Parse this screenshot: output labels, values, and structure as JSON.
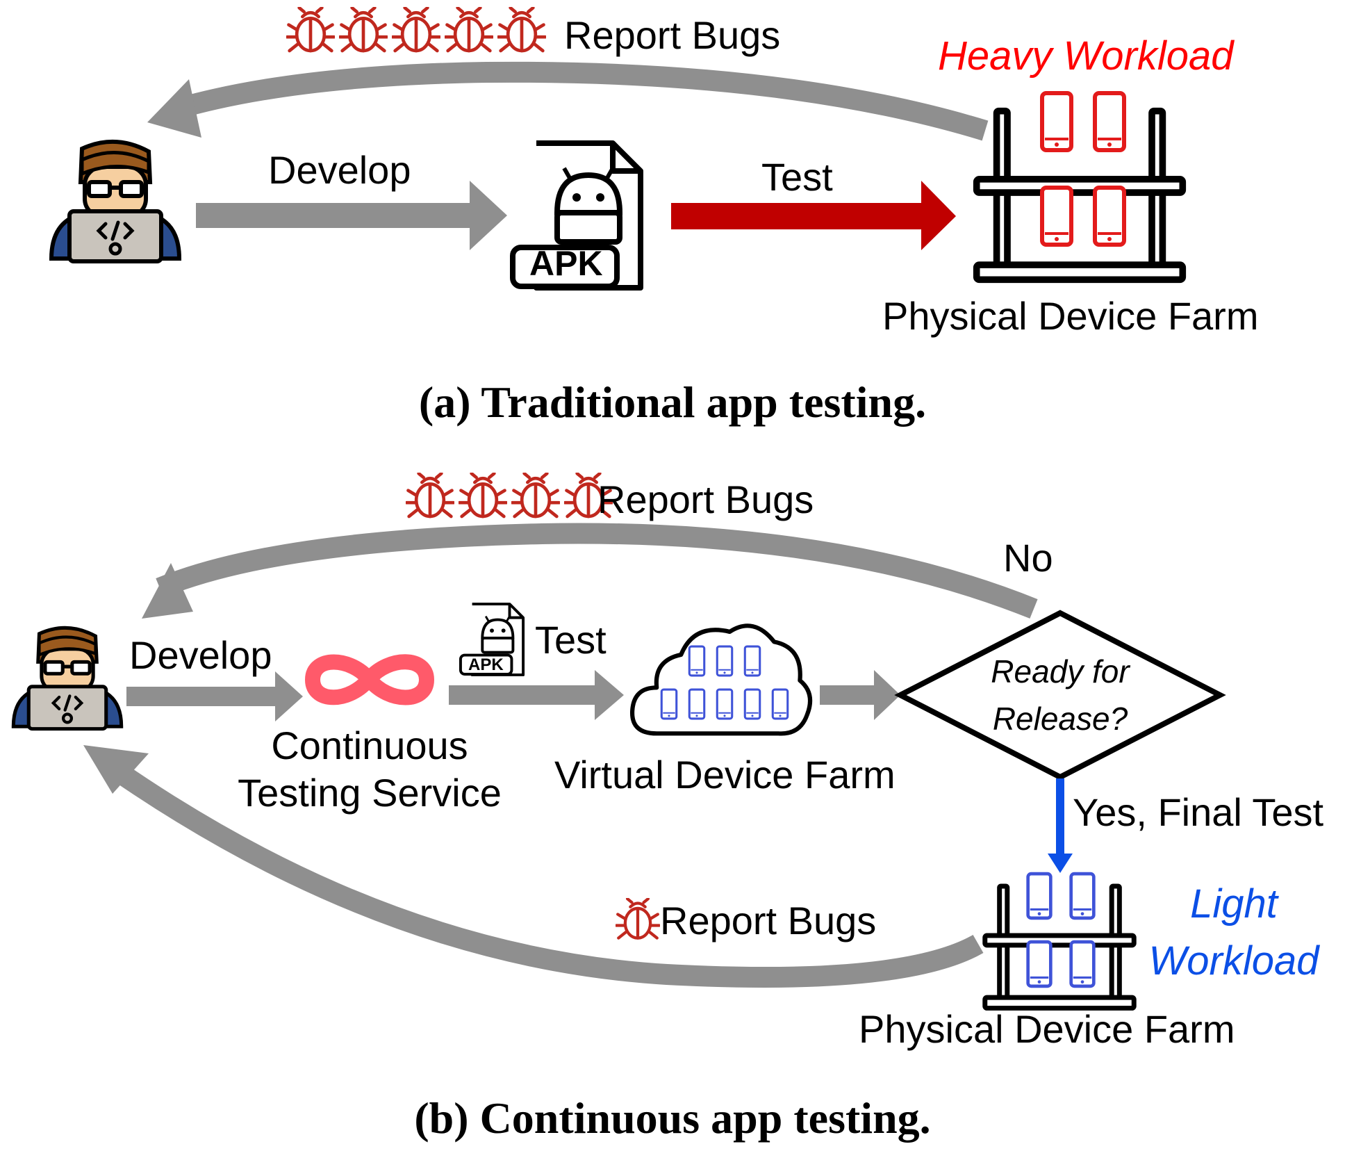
{
  "colors": {
    "arrow_gray": "#8f8f8f",
    "test_red": "#c00000",
    "bug_red": "#c0281e",
    "heavy_red": "#ff0000",
    "phone_red": "#e31b1b",
    "light_blue": "#0b4fe6",
    "phone_blue": "#3f53d8",
    "infinity_pink": "#ff5a6a",
    "skin": "#f6cfa0",
    "hair": "#9a5a1e",
    "shirt_blue": "#2a4d8f"
  },
  "icons": [
    "developer-icon",
    "apk-file-icon",
    "bug-icon",
    "device-shelf-icon",
    "phone-icon",
    "infinity-icon",
    "cloud-icon"
  ],
  "panel_a": {
    "report_bugs": "Report Bugs",
    "heavy_workload": "Heavy Workload",
    "develop": "Develop",
    "test": "Test",
    "apk": "APK",
    "farm": "Physical Device Farm",
    "caption": "(a) Traditional app testing."
  },
  "panel_b": {
    "report_bugs_top": "Report Bugs",
    "no": "No",
    "develop": "Develop",
    "test": "Test",
    "apk": "APK",
    "cts_line1": "Continuous",
    "cts_line2": "Testing Service",
    "virtual_farm": "Virtual Device Farm",
    "decision_line1": "Ready for",
    "decision_line2": "Release?",
    "yes": "Yes, Final Test",
    "report_bugs_bottom": "Report Bugs",
    "light_line1": "Light",
    "light_line2": "Workload",
    "farm": "Physical Device Farm",
    "caption": "(b) Continuous app testing."
  }
}
